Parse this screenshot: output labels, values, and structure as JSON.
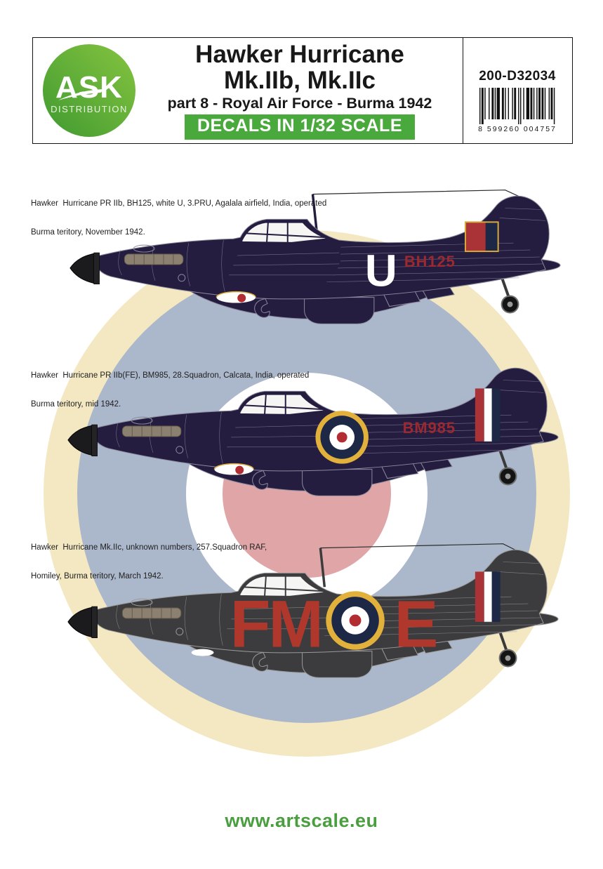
{
  "header": {
    "logo": {
      "brand": "ASK",
      "sub": "DISTRIBUTION"
    },
    "title_line1": "Hawker Hurricane",
    "title_line2": "Mk.IIb, Mk.IIc",
    "subtitle": "part 8 - Royal Air Force - Burma 1942",
    "badge": "DECALS IN 1/32 SCALE",
    "product_code": "200-D32034",
    "barcode_digits": "8 599260 004757"
  },
  "profiles": [
    {
      "caption": [
        "Hawker  Hurricane PR IIb, BH125, white U, 3.PRU, Agalala airfield, India, operated",
        "Burma teritory, November 1942."
      ],
      "markings": {
        "code_letter": "U",
        "serial": "BH125"
      }
    },
    {
      "caption": [
        "Hawker  Hurricane PR IIb(FE), BM985, 28.Squadron, Calcata, India, operated",
        "Burma teritory, mid 1942."
      ],
      "markings": {
        "serial": "BM985"
      }
    },
    {
      "caption": [
        "Hawker  Hurricane Mk.IIc, unknown numbers, 257.Squadron RAF,",
        "Homiley, Burma teritory, March 1942."
      ],
      "markings": {
        "code_left": "FM",
        "code_right": "E"
      }
    }
  ],
  "footer": {
    "url": "www.artscale.eu"
  },
  "colors": {
    "brand_green_light": "#86c440",
    "brand_green_dark": "#3f9a30",
    "badge_green": "#4aa93c",
    "footer_green": "#4a9e3f",
    "navy_body": "#251d40",
    "gray_body": "#3c3c3e",
    "roundel_yellow": "#e2b13c",
    "roundel_blue": "#1d2746",
    "roundel_red": "#b22d31",
    "flash_red": "#a93336",
    "code_red": "#b0372c",
    "serial_red": "#9c2830",
    "bg_ring_yellow": "#f3e8c2",
    "bg_ring_blue": "#abb7ca",
    "bg_ring_white": "#ffffff",
    "bg_center_pink": "#dfa5a7"
  }
}
